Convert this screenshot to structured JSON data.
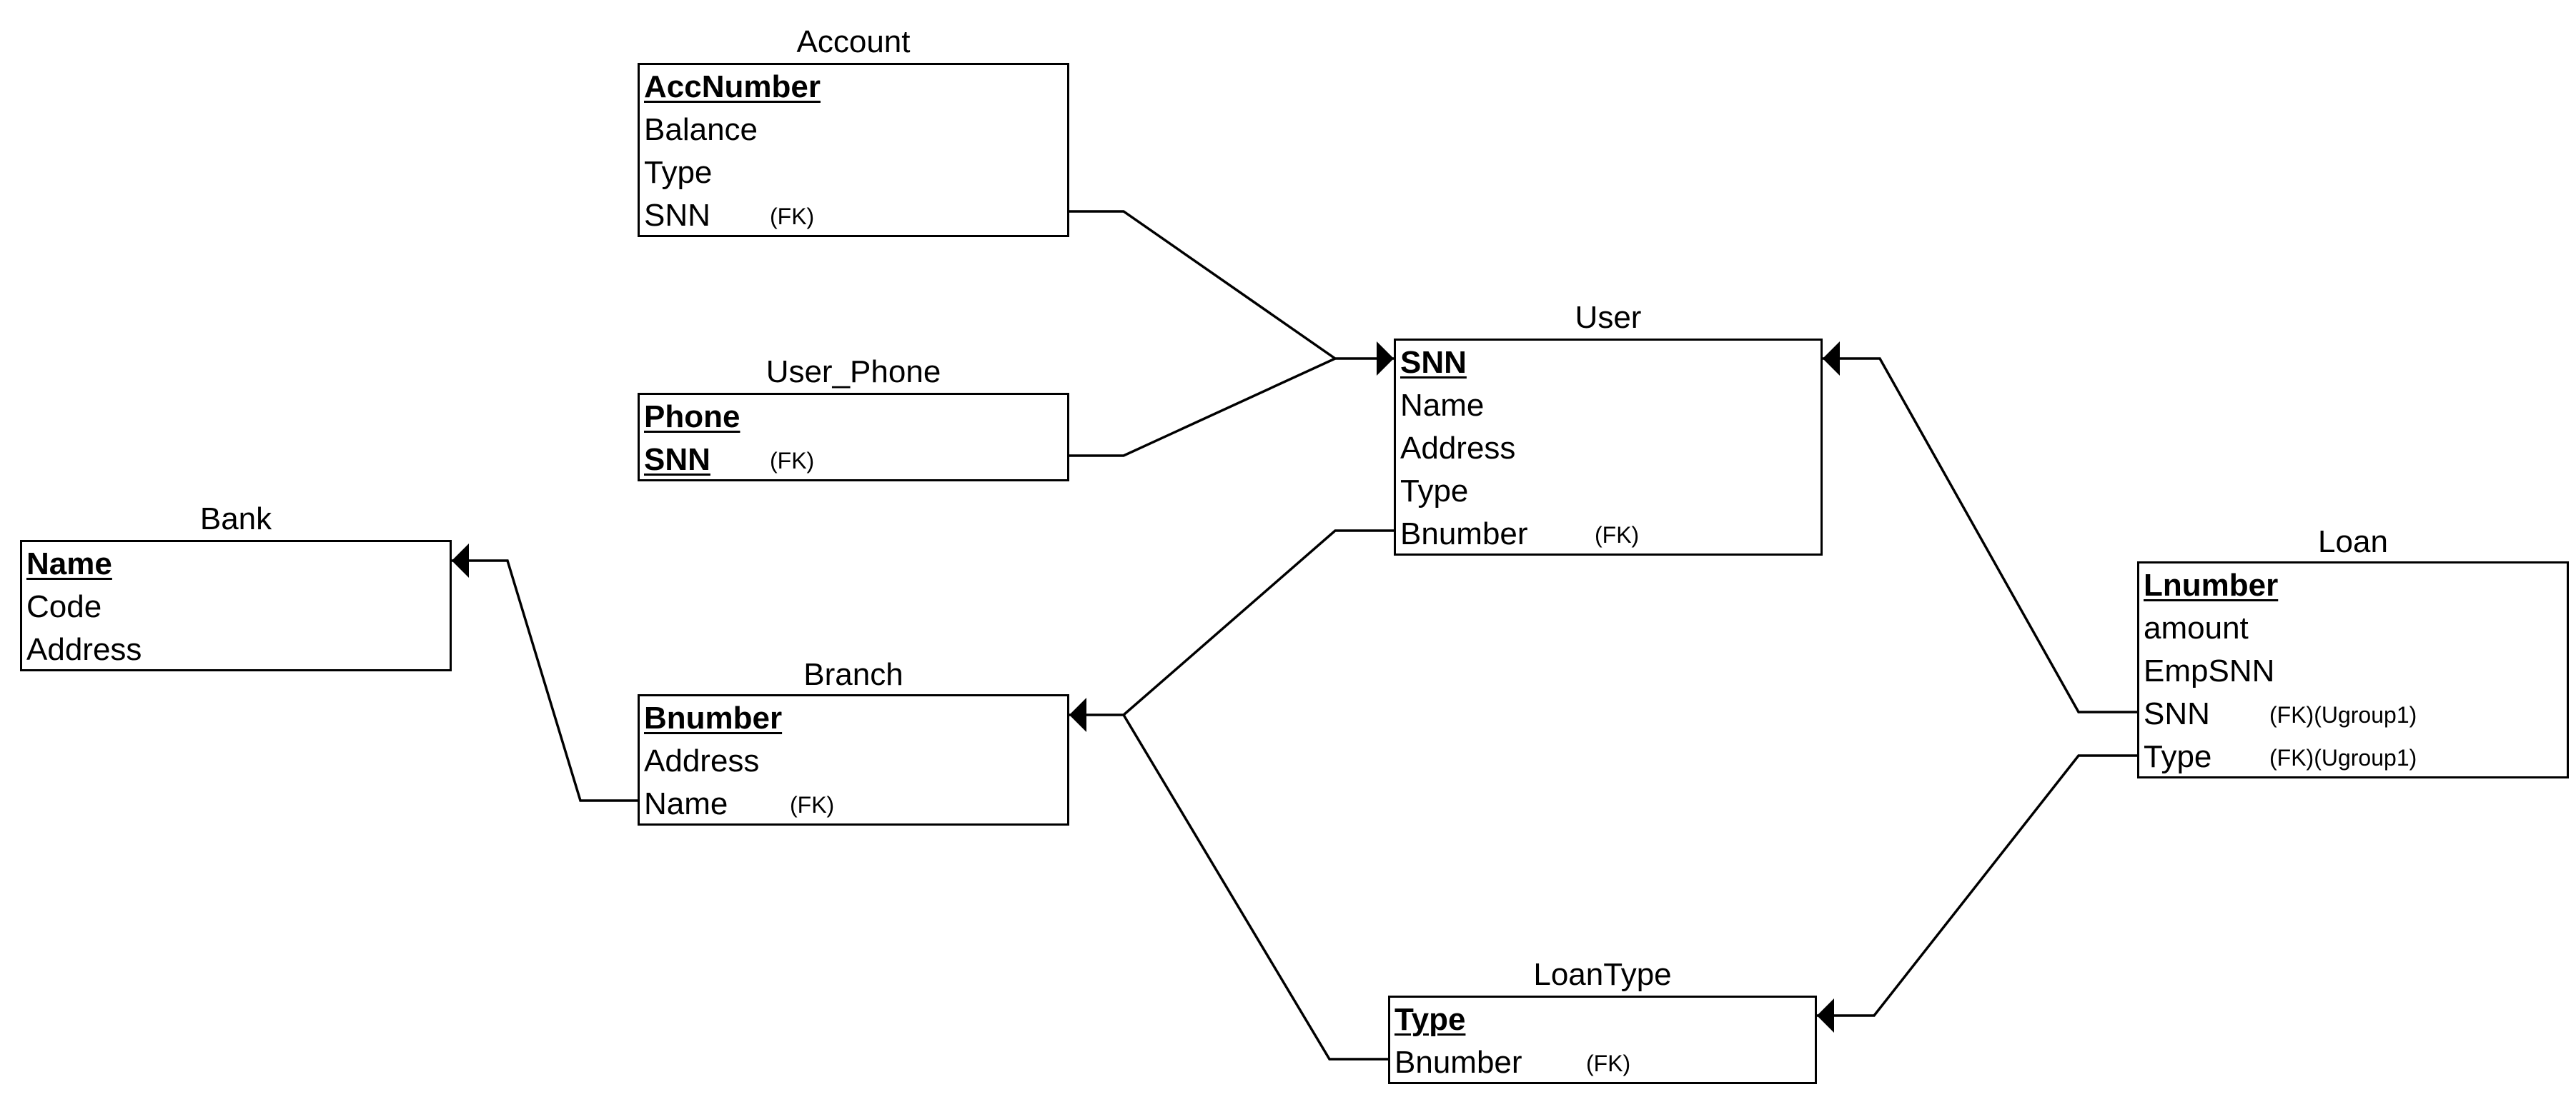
{
  "tables": {
    "account": {
      "title": "Account",
      "fields": [
        {
          "name": "AccNumber",
          "note": ""
        },
        {
          "name": "Balance",
          "note": ""
        },
        {
          "name": "Type",
          "note": ""
        },
        {
          "name": "SNN",
          "note": "(FK)"
        }
      ]
    },
    "user_phone": {
      "title": "User_Phone",
      "fields": [
        {
          "name": "Phone",
          "note": ""
        },
        {
          "name": "SNN",
          "note": "(FK)"
        }
      ]
    },
    "user": {
      "title": "User",
      "fields": [
        {
          "name": "SNN",
          "note": ""
        },
        {
          "name": "Name",
          "note": ""
        },
        {
          "name": "Address",
          "note": ""
        },
        {
          "name": "Type",
          "note": ""
        },
        {
          "name": "Bnumber",
          "note": "(FK)"
        }
      ]
    },
    "bank": {
      "title": "Bank",
      "fields": [
        {
          "name": "Name",
          "note": ""
        },
        {
          "name": "Code",
          "note": ""
        },
        {
          "name": "Address",
          "note": ""
        }
      ]
    },
    "branch": {
      "title": "Branch",
      "fields": [
        {
          "name": "Bnumber",
          "note": ""
        },
        {
          "name": "Address",
          "note": ""
        },
        {
          "name": "Name",
          "note": "(FK)"
        }
      ]
    },
    "loan": {
      "title": "Loan",
      "fields": [
        {
          "name": "Lnumber",
          "note": ""
        },
        {
          "name": "amount",
          "note": ""
        },
        {
          "name": "EmpSNN",
          "note": ""
        },
        {
          "name": "SNN",
          "note": "(FK)(Ugroup1)"
        },
        {
          "name": "Type",
          "note": "(FK)(Ugroup1)"
        }
      ]
    },
    "loantype": {
      "title": "LoanType",
      "fields": [
        {
          "name": "Type",
          "note": ""
        },
        {
          "name": "Bnumber",
          "note": "(FK)"
        }
      ]
    }
  },
  "relationships": [
    {
      "from": "Account.SNN",
      "to": "User.SNN"
    },
    {
      "from": "User_Phone.SNN",
      "to": "User.SNN"
    },
    {
      "from": "User.Bnumber",
      "to": "Branch.Bnumber"
    },
    {
      "from": "LoanType.Bnumber",
      "to": "Branch.Bnumber"
    },
    {
      "from": "Branch.Name",
      "to": "Bank.Name"
    },
    {
      "from": "Loan.SNN",
      "to": "User.SNN"
    },
    {
      "from": "Loan.Type",
      "to": "LoanType.Type"
    }
  ]
}
